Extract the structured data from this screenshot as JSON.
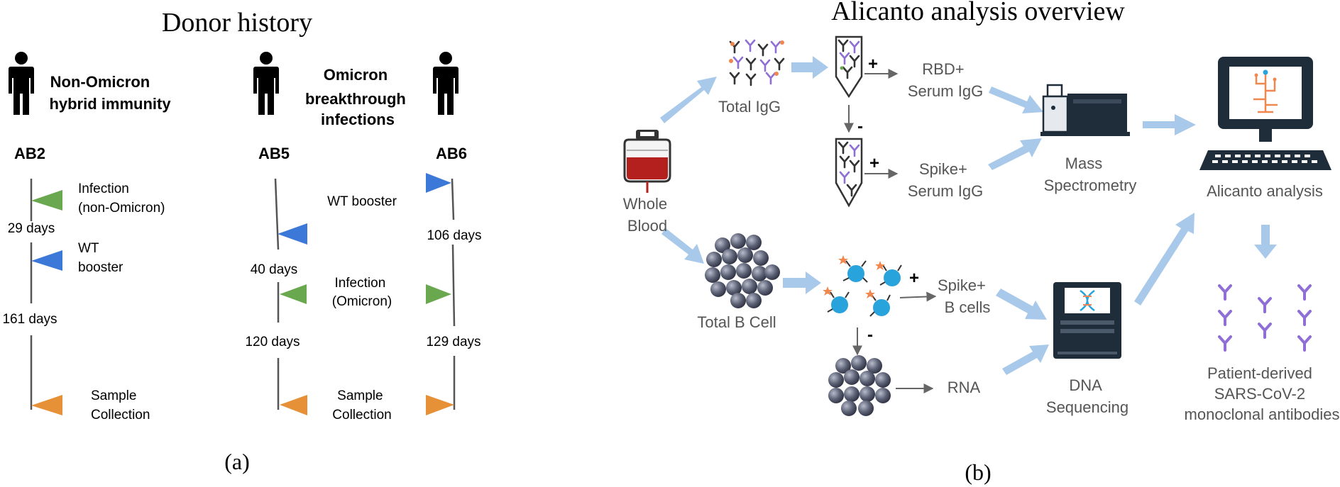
{
  "panel_a": {
    "title": "Donor history",
    "caption": "(a)",
    "groups": {
      "non_omicron": [
        "Non-Omicron",
        "hybrid immunity"
      ],
      "omicron": [
        "Omicron",
        "breakthrough",
        "infections"
      ]
    },
    "donors": [
      "AB2",
      "AB5",
      "AB6"
    ],
    "events": {
      "infection_non_omicron": [
        "Infection",
        "(non-Omicron)"
      ],
      "wt_booster_ab2": [
        "WT",
        "booster"
      ],
      "wt_booster": "WT booster",
      "infection_omicron": [
        "Infection",
        "(Omicron)"
      ],
      "sample_collection": [
        "Sample",
        "Collection"
      ]
    },
    "intervals": {
      "ab2_1": "29 days",
      "ab2_2": "161 days",
      "ab5_1": "40 days",
      "ab5_2": "120 days",
      "ab6_1": "106 days",
      "ab6_2": "129 days"
    },
    "colors": {
      "infection": "#6aa84f",
      "booster": "#3c78d8",
      "sample": "#e69138",
      "timeline": "#555555"
    }
  },
  "panel_b": {
    "title": "Alicanto analysis overview",
    "caption": "(b)",
    "nodes": {
      "whole_blood": [
        "Whole",
        "Blood"
      ],
      "total_igg": "Total IgG",
      "rbd_serum": [
        "RBD+",
        "Serum IgG"
      ],
      "spike_serum": [
        "Spike+",
        "Serum IgG"
      ],
      "mass_spec": [
        "Mass",
        "Spectrometry"
      ],
      "alicanto": "Alicanto analysis",
      "total_b_cell": "Total B Cell",
      "spike_b_cells": [
        "Spike+",
        "B cells"
      ],
      "rna": "RNA",
      "dna_seq": [
        "DNA",
        "Sequencing"
      ],
      "antibodies": [
        "Patient-derived",
        "SARS-CoV-2",
        "monoclonal antibodies"
      ]
    },
    "signs": {
      "plus": "+",
      "minus": "-"
    },
    "colors": {
      "flow_arrow": "#a9c9ea",
      "device": "#1f2d3a",
      "cell": "#5a5f73",
      "bcell": "#29a3dc",
      "antigen": "#f0874f",
      "antibody": "#8f6fd6",
      "blood": "#b3201e"
    }
  }
}
